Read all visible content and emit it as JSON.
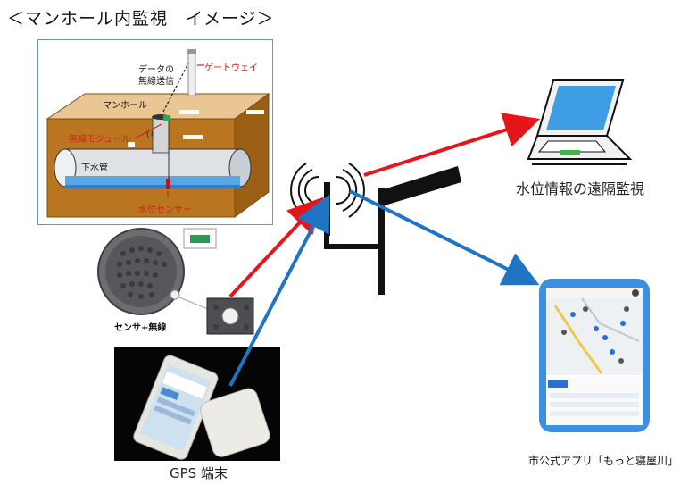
{
  "title": "＜マンホール内監視　イメージ＞",
  "illustration": {
    "data_tx_label_1": "データの",
    "data_tx_label_2": "無線送信",
    "gateway_label": "ゲートウェイ",
    "manhole_label": "マンホール",
    "wireless_module_label": "無線モジュール",
    "sewer_pipe_label": "下水管",
    "water_sensor_label": "水位センサー"
  },
  "sensor_caption": "センサ+無線",
  "gps_caption": "GPS 端末",
  "laptop_caption": "水位情報の遠隔監視",
  "app_caption": "市公式アプリ「もっと寝屋川」",
  "colors": {
    "red_arrow": "#e5161b",
    "blue_arrow": "#1f74c4",
    "ground": "#b9761e",
    "frame": "#6f8fc8"
  }
}
